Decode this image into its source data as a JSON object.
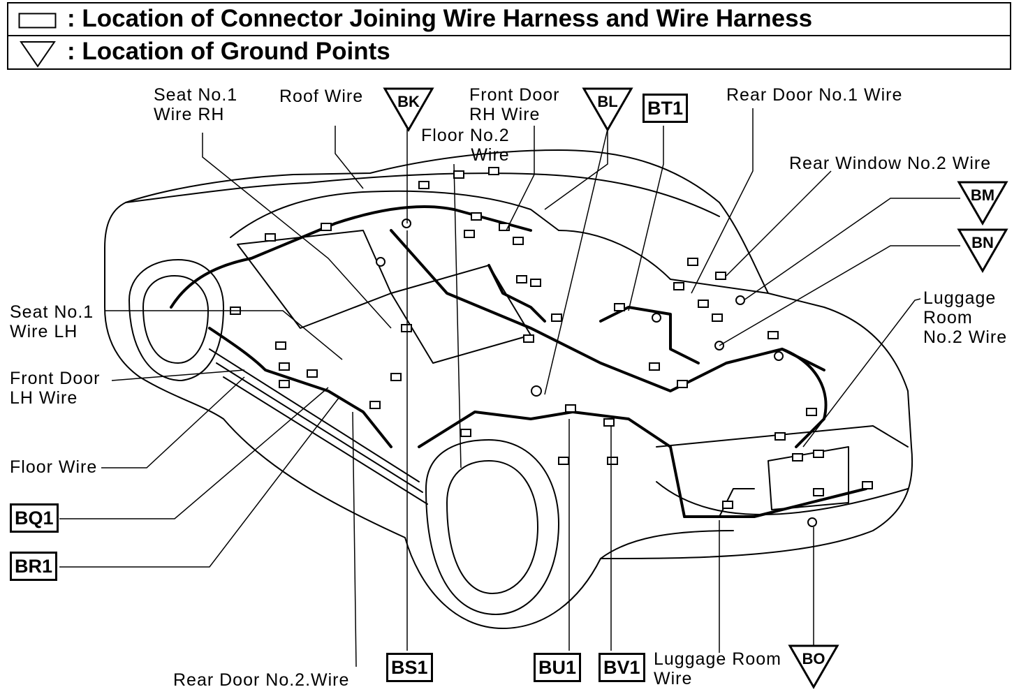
{
  "legend": {
    "connector_text": ": Location of Connector Joining Wire Harness and Wire Harness",
    "ground_text": ": Location of Ground Points"
  },
  "wire_labels": {
    "seat_no1_rh": [
      "Seat No.1",
      "Wire RH"
    ],
    "roof": "Roof Wire",
    "front_door_rh": [
      "Front Door",
      "RH Wire"
    ],
    "floor_no2": [
      "Floor No.2",
      "Wire"
    ],
    "rear_door_no1": "Rear Door No.1 Wire",
    "rear_window_no2": "Rear Window No.2 Wire",
    "seat_no1_lh": [
      "Seat No.1",
      "Wire LH"
    ],
    "front_door_lh": [
      "Front Door",
      "LH Wire"
    ],
    "floor": "Floor Wire",
    "luggage_room_no2": [
      "Luggage",
      "Room",
      "No.2 Wire"
    ],
    "rear_door_no2": "Rear Door No.2.Wire",
    "luggage_room": [
      "Luggage Room",
      "Wire"
    ]
  },
  "connector_codes": {
    "bt1": "BT1",
    "bq1": "BQ1",
    "br1": "BR1",
    "bs1": "BS1",
    "bu1": "BU1",
    "bv1": "BV1"
  },
  "ground_codes": {
    "bk": "BK",
    "bl": "BL",
    "bm": "BM",
    "bn": "BN",
    "bo": "BO"
  }
}
